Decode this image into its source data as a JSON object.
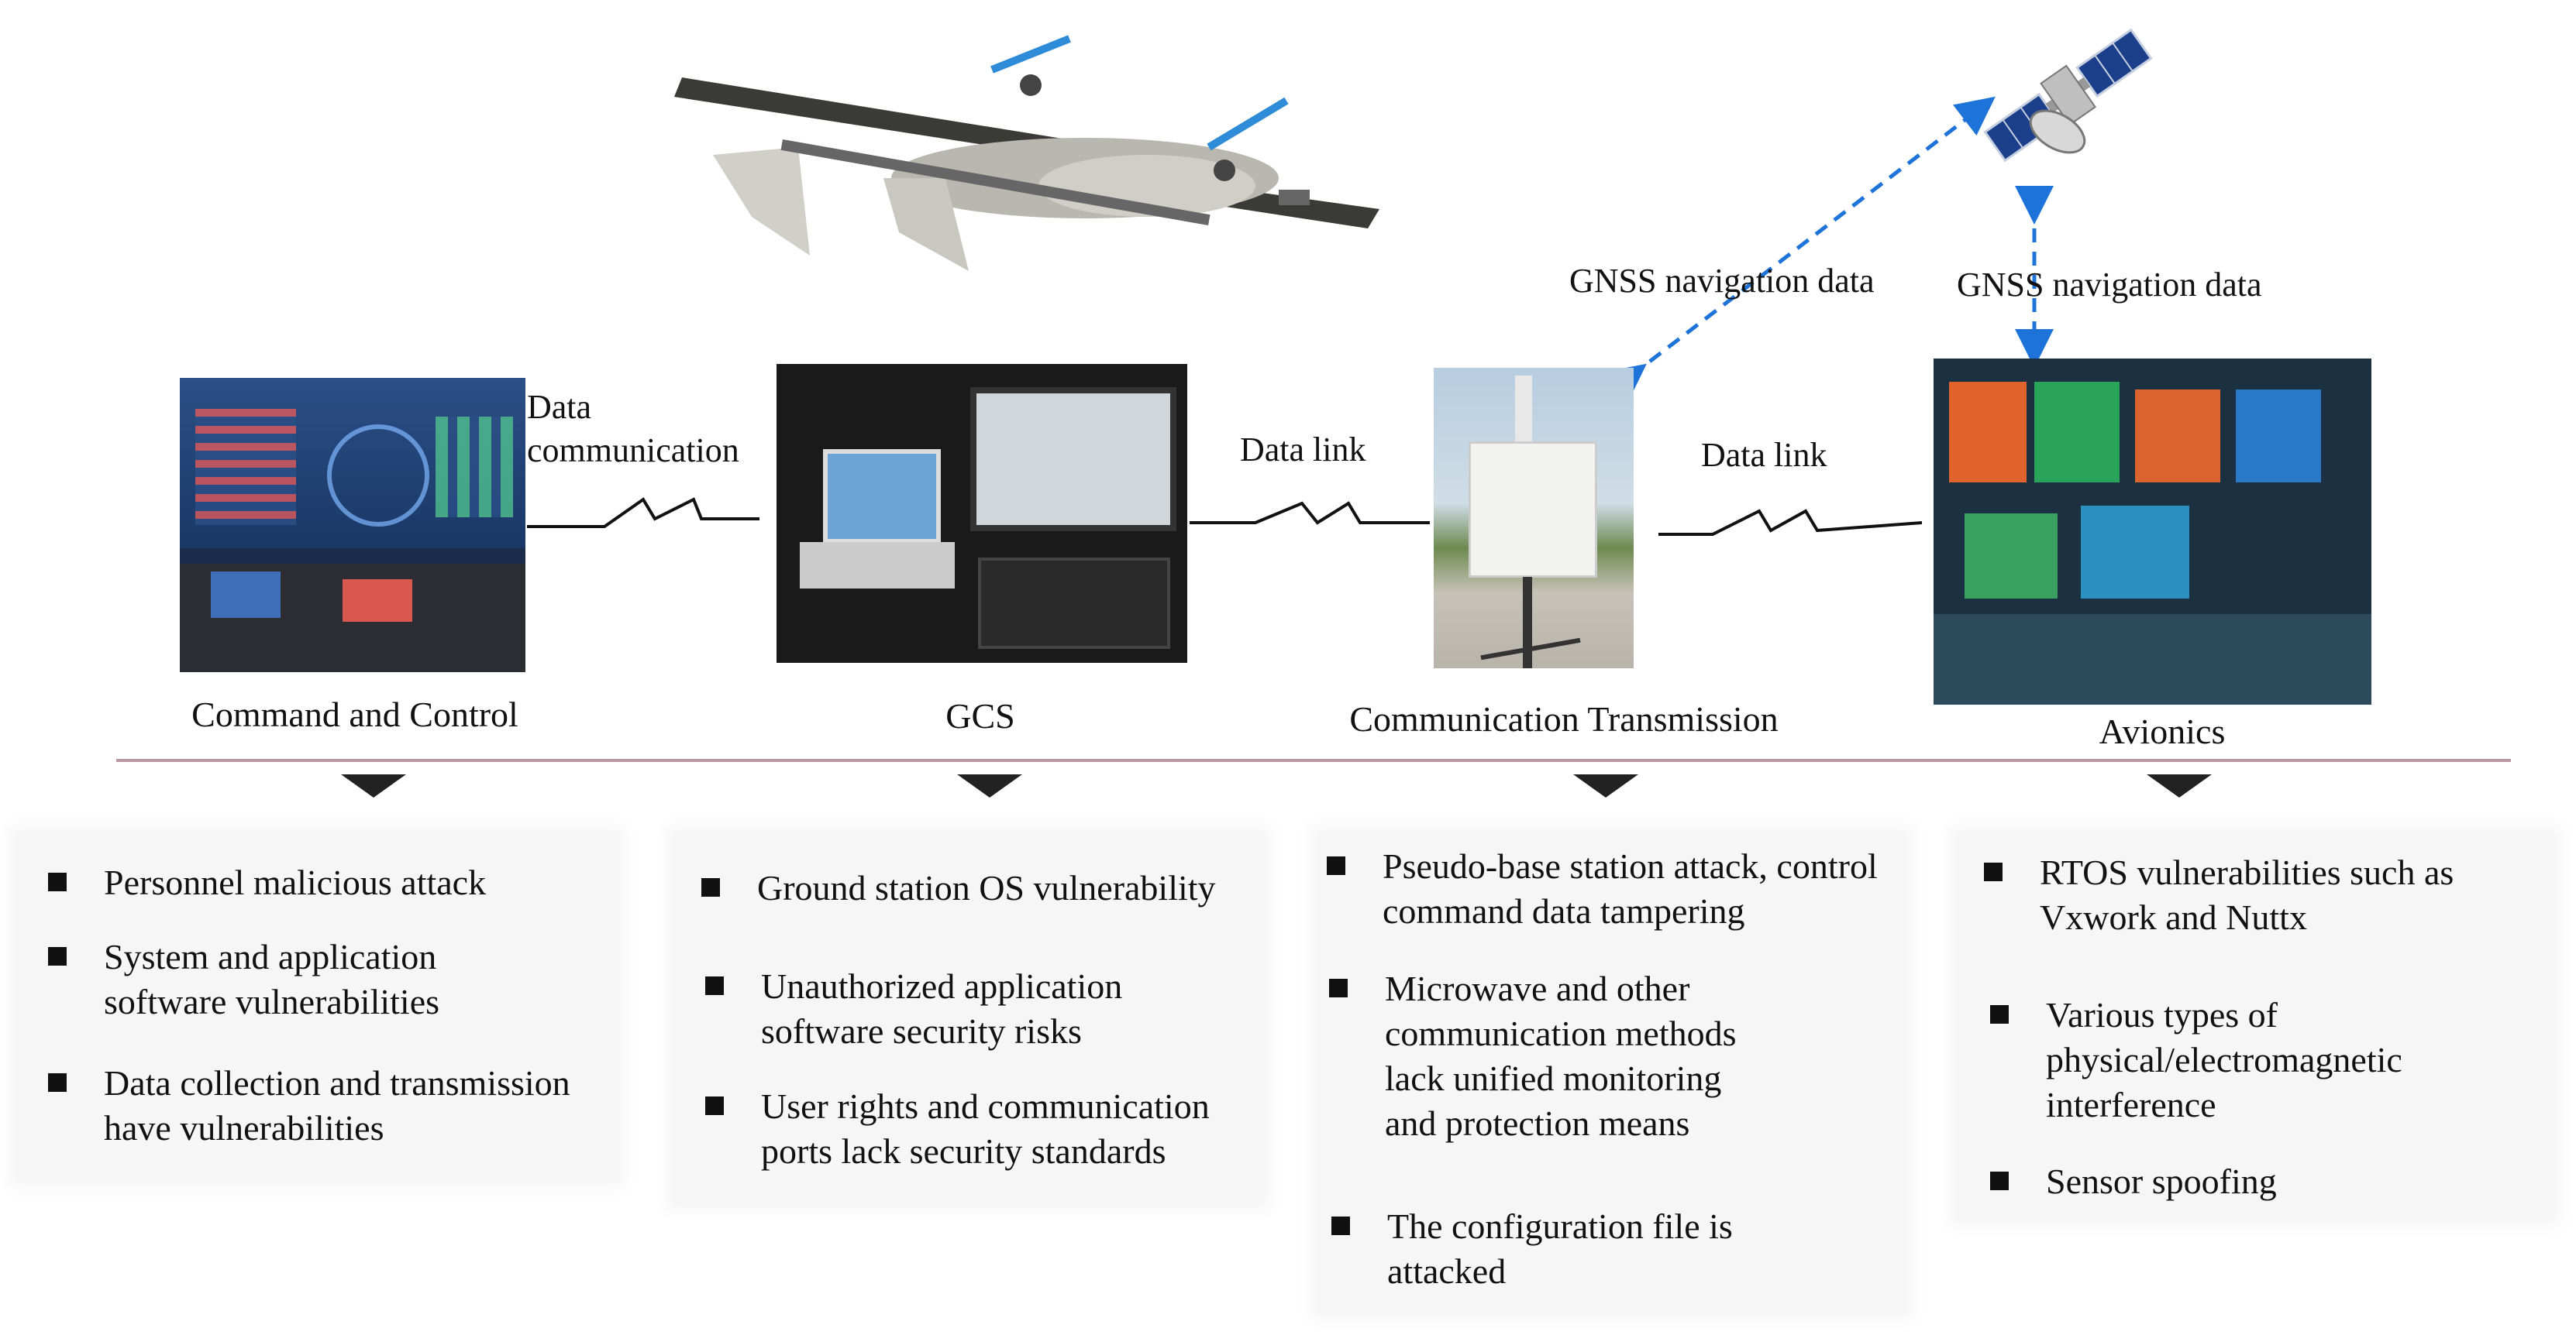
{
  "diagram": {
    "nodes": {
      "command_control": {
        "label": "Command and Control"
      },
      "gcs": {
        "label": "GCS"
      },
      "comm_transmission": {
        "label": "Communication Transmission"
      },
      "avionics": {
        "label": "Avionics"
      }
    },
    "links": {
      "data_communication_line1": "Data",
      "data_communication_line2": "communication",
      "data_link_1": "Data link",
      "data_link_2": "Data link",
      "gnss_1": "GNSS navigation data",
      "gnss_2": "GNSS navigation data"
    },
    "risks": {
      "command_control": [
        {
          "line1": "Personnel malicious attack",
          "line2": ""
        },
        {
          "line1": "System and application",
          "line2": "software vulnerabilities"
        },
        {
          "line1": "Data collection and transmission",
          "line2": "have vulnerabilities"
        }
      ],
      "gcs": [
        {
          "line1": "Ground station OS vulnerability",
          "line2": ""
        },
        {
          "line1": "Unauthorized application",
          "line2": "software security risks"
        },
        {
          "line1": "User rights and communication",
          "line2": "ports lack security standards"
        }
      ],
      "comm_transmission": [
        {
          "line1": "Pseudo-base station attack, control",
          "line2": "command data tampering"
        },
        {
          "line1": "Microwave and other",
          "line2": "communication methods",
          "line3": "lack unified monitoring",
          "line4": "and protection means"
        },
        {
          "line1": "The configuration file is",
          "line2": "attacked"
        }
      ],
      "avionics": [
        {
          "line1": "RTOS vulnerabilities such as",
          "line2": "Vxwork and Nuttx"
        },
        {
          "line1": "Various types of",
          "line2": "physical/electromagnetic",
          "line3": "interference"
        },
        {
          "line1": "Sensor spoofing",
          "line2": ""
        }
      ]
    },
    "colors": {
      "gnss_arrow": "#1e73d8",
      "divider": "#b89aa0",
      "box_bg": "#f6f6f6"
    }
  }
}
